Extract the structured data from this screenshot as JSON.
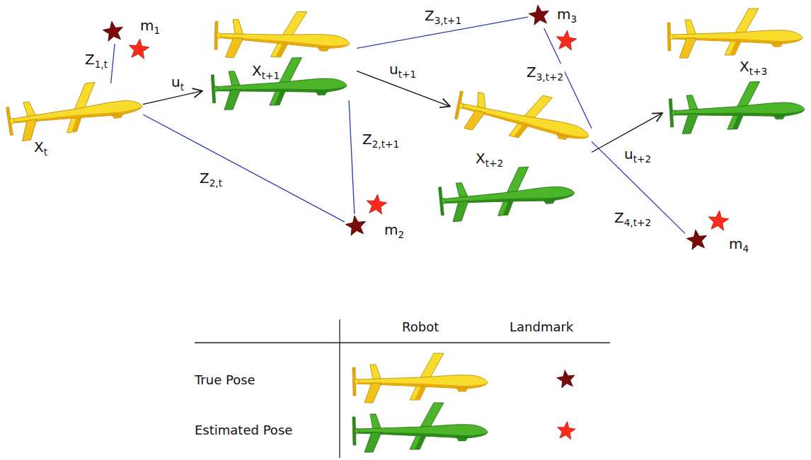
{
  "diagram": {
    "nodes": [
      {
        "text": [
          "Xt"
        ]
      },
      {
        "text": [
          "m1"
        ]
      },
      {
        "text": [
          "Xt+1"
        ]
      },
      {
        "text": [
          "m2"
        ]
      },
      {
        "text": [
          "m3"
        ]
      },
      {
        "text": [
          "Xt+2"
        ]
      },
      {
        "text": [
          "m4"
        ]
      },
      {
        "text": [
          "Xt+3"
        ]
      }
    ],
    "edges": [
      {
        "from": 0,
        "to": 1,
        "arrow": "none",
        "label": "Z1,t"
      },
      {
        "from": 0,
        "to": 3,
        "arrow": "none",
        "label": "Z2,t"
      },
      {
        "from": 0,
        "to": 2,
        "arrow": "to",
        "label": "ut"
      },
      {
        "from": 2,
        "to": 3,
        "arrow": "none",
        "label": "Z2,t+1"
      },
      {
        "from": 2,
        "to": 4,
        "arrow": "none",
        "label": "Z3,t+1"
      },
      {
        "from": 2,
        "to": 5,
        "arrow": "to",
        "label": "ut+1"
      },
      {
        "from": 5,
        "to": 4,
        "arrow": "none",
        "label": "Z3,t+2"
      },
      {
        "from": 5,
        "to": 6,
        "arrow": "none",
        "label": "Z4,t+2"
      },
      {
        "from": 5,
        "to": 7,
        "arrow": "to",
        "label": "ut+2"
      }
    ],
    "labels": [
      "Robot",
      "Landmark"
    ],
    "legend": [
      {
        "text": "True Pose"
      },
      {
        "text": "Estimated Pose"
      }
    ]
  }
}
